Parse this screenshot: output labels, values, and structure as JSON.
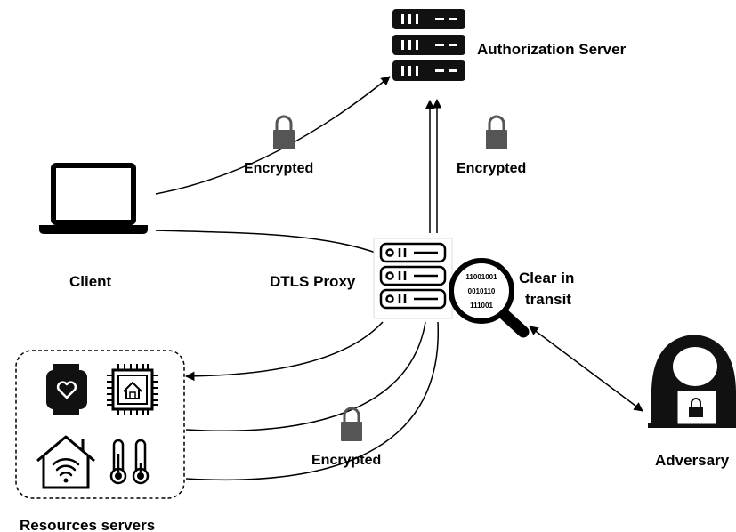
{
  "nodes": {
    "authorization_server": "Authorization Server",
    "client": "Client",
    "dtls_proxy": "DTLS Proxy",
    "resources_servers": "Resources servers",
    "adversary": "Adversary",
    "clear_in_transit_line1": "Clear in",
    "clear_in_transit_line2": "transit"
  },
  "labels": {
    "encrypted_client_auth": "Encrypted",
    "encrypted_proxy_auth": "Encrypted",
    "encrypted_proxy_resources": "Encrypted"
  },
  "binary": [
    "11001001",
    "0010110",
    "111001"
  ],
  "colors": {
    "stroke": "#000000",
    "lock": "#555555",
    "fill_dark": "#111111"
  },
  "icons": {
    "server": "server-stack-icon",
    "laptop": "laptop-icon",
    "proxy": "proxy-server-icon",
    "magnifier": "magnifier-icon",
    "hacker": "hacker-icon",
    "lock": "lock-icon",
    "watch": "smartwatch-icon",
    "chip": "chip-icon",
    "home": "smart-home-icon",
    "thermometer": "thermometer-icon"
  }
}
